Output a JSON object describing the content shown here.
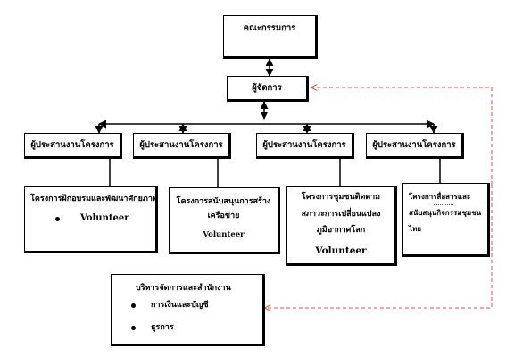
{
  "board": {
    "label": "คณะกรรมการ"
  },
  "manager": {
    "label": "ผู้จัดการ"
  },
  "coordinators": [
    {
      "label": "ผู้ประสานงานโครงการ"
    },
    {
      "label": "ผู้ประสานงานโครงการ"
    },
    {
      "label": "ผู้ประสานงานโครงการ"
    },
    {
      "label": "ผู้ประสานงานโครงการ"
    }
  ],
  "projects": [
    {
      "lines": [
        "โครงการฝึกอบรมและพัฒนาศักยภาพ"
      ],
      "bullet": "Volunteer"
    },
    {
      "lines": [
        "โครงการสนับสนุนการสร้าง",
        "เครือข่าย"
      ],
      "sub": "Volunteer"
    },
    {
      "lines": [
        "โครงการชุมชนติดตาม",
        "สภาวะการเปลี่ยนแปลง",
        "ภูมิอากาศโลก"
      ],
      "sub": "Volunteer"
    },
    {
      "lines": [
        "โครงการสื่อสารและ",
        "สนับสนุนกิจกรรมชุมชน",
        "ไทย"
      ]
    }
  ],
  "admin": {
    "title": "บริหารจัดการและสำนักงาน",
    "items": [
      "การเงินและบัญชี",
      "ธุรการ"
    ]
  },
  "colors": {
    "line": "#000000",
    "dashed_link": "#e05050"
  }
}
